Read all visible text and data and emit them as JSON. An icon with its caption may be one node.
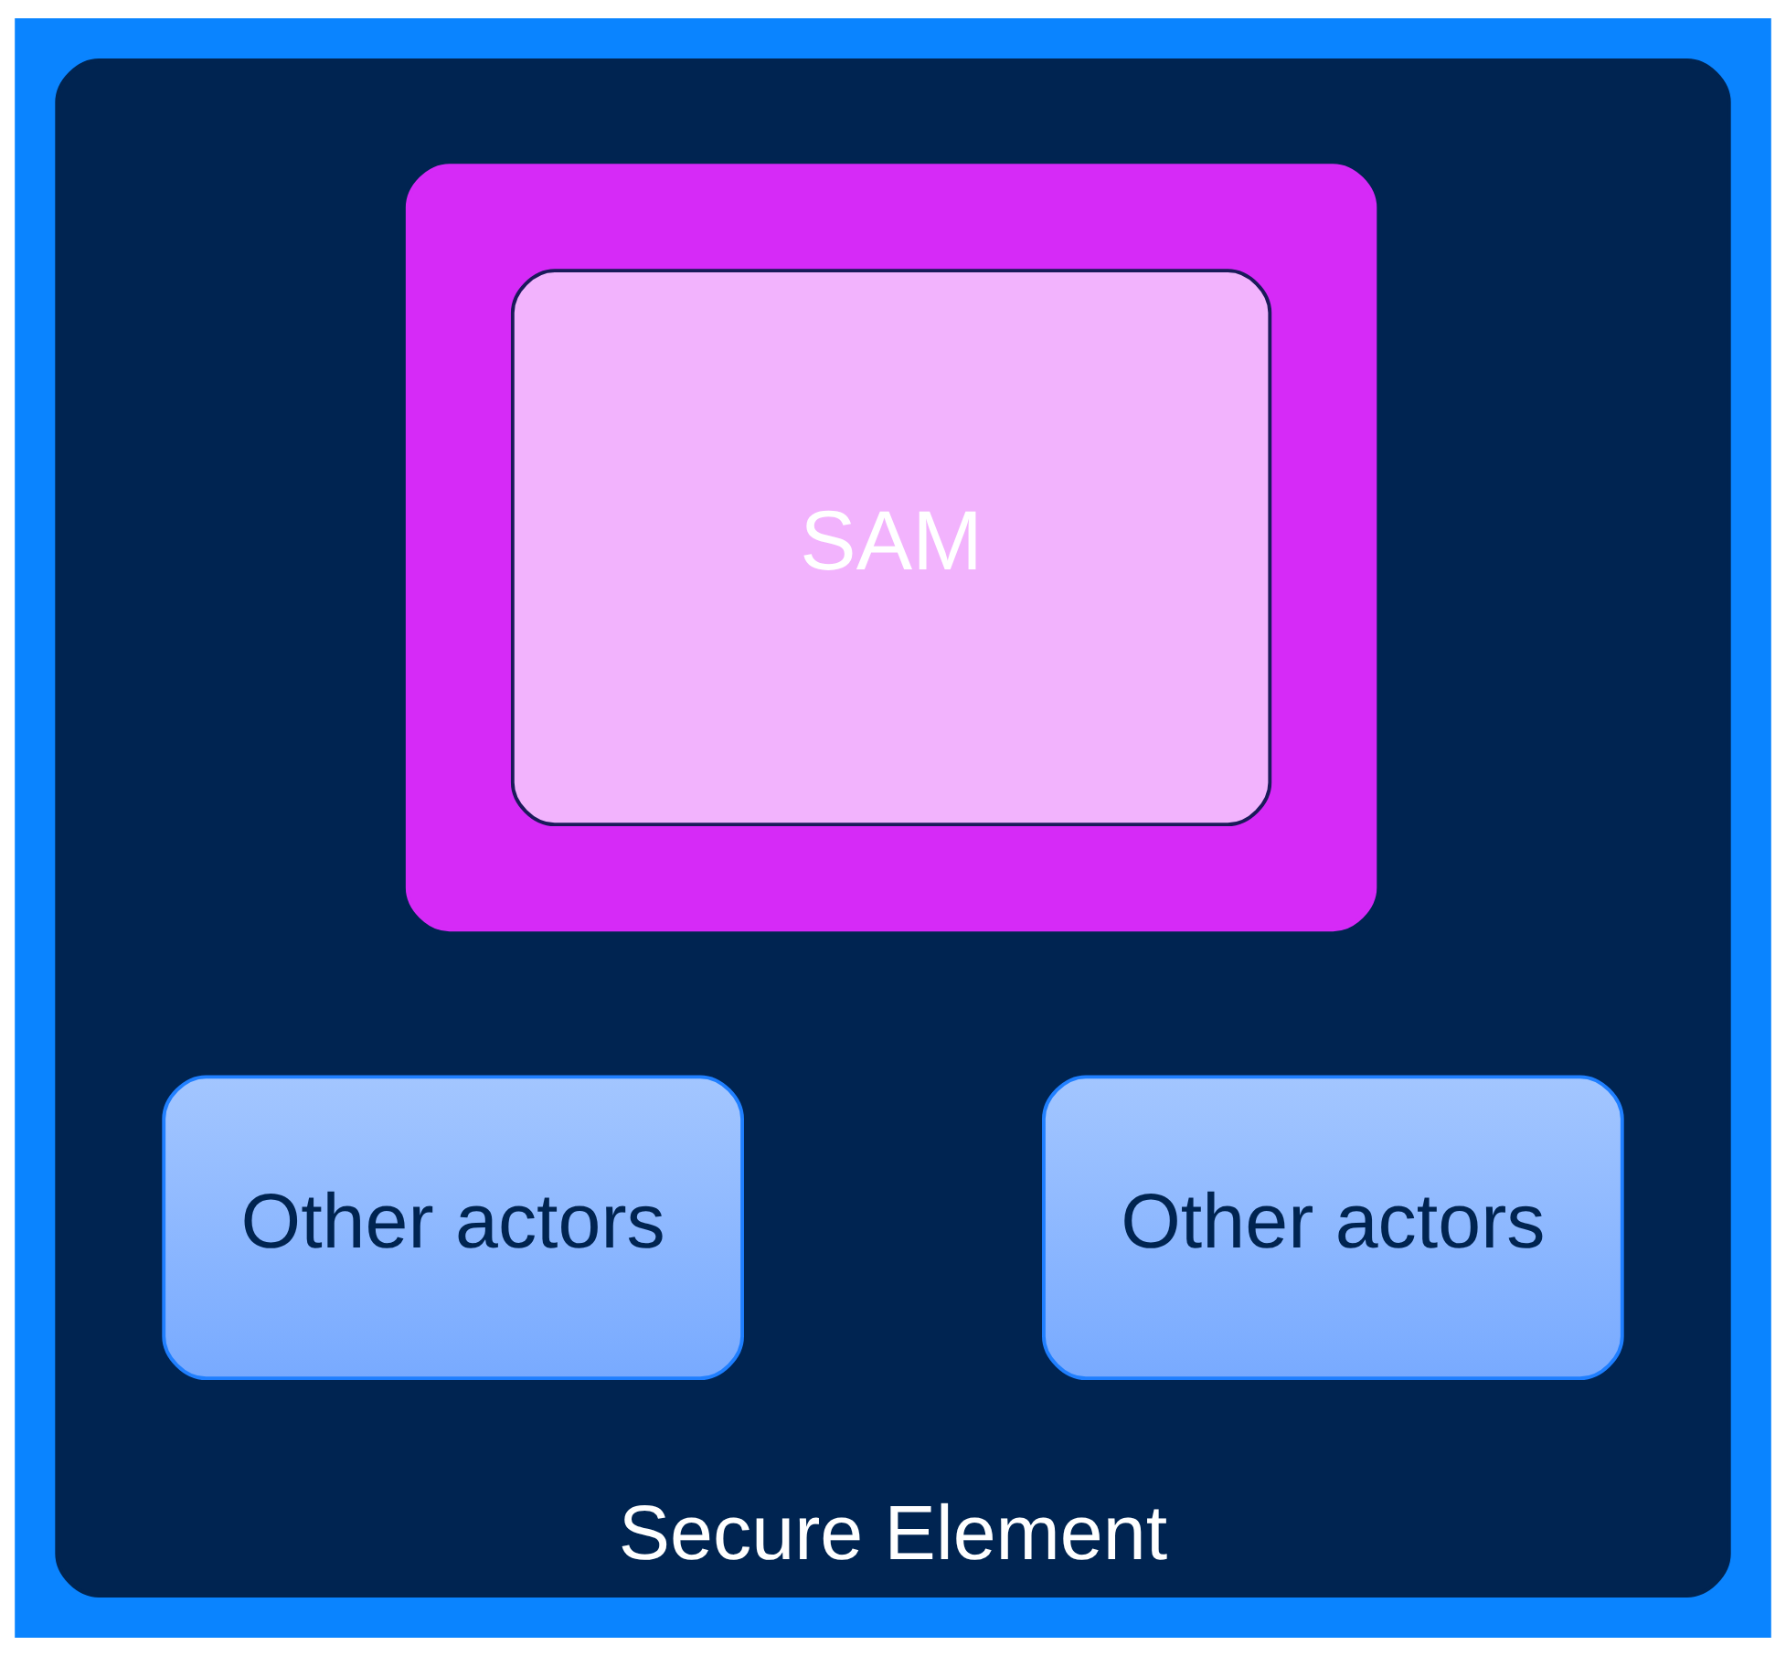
{
  "diagram": {
    "nodes": [
      {
        "text": [
          "Secure Element"
        ]
      },
      {
        "text": [],
        "shape": "box",
        "in": 0
      },
      {
        "text": [
          "SAM"
        ],
        "in": 1
      },
      {
        "text": [
          "Other actors"
        ],
        "in": 0
      },
      {
        "text": [
          "Other actors"
        ],
        "in": 0
      }
    ],
    "edges": []
  }
}
